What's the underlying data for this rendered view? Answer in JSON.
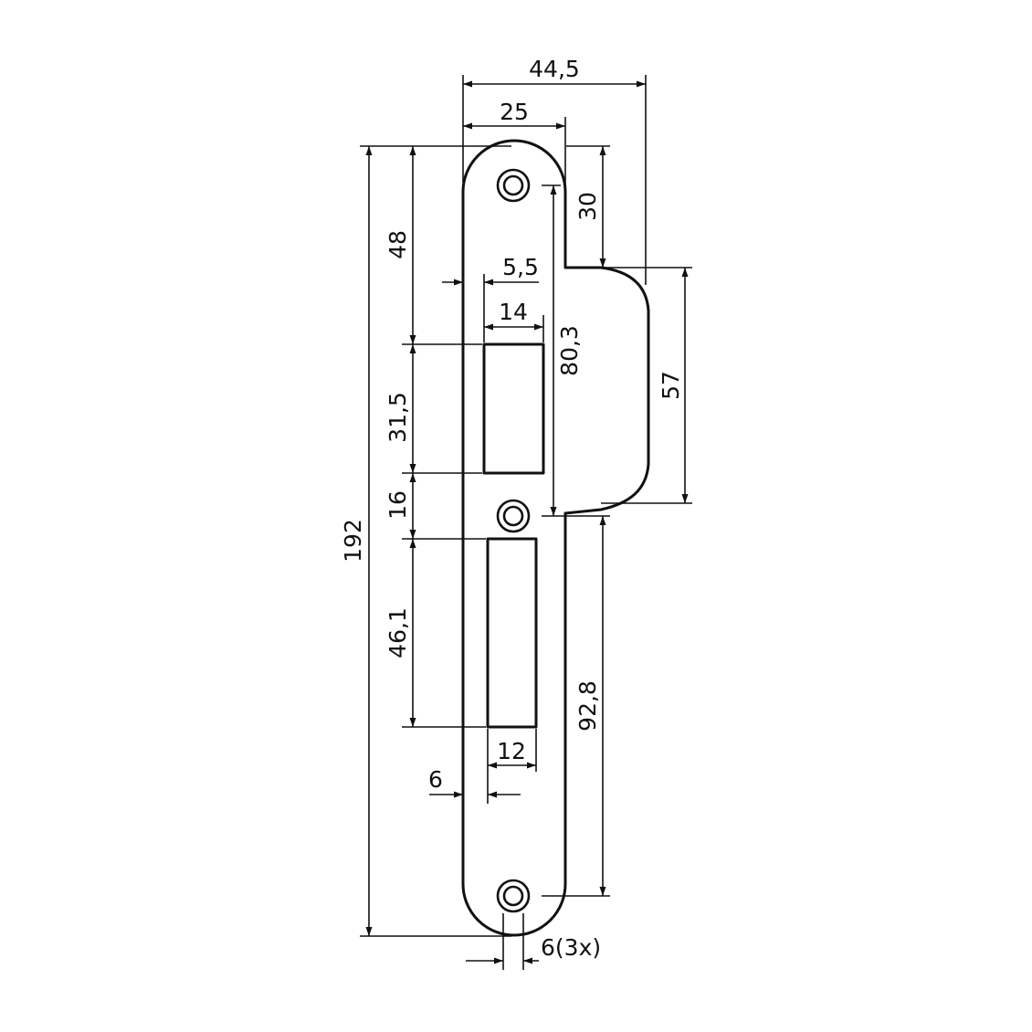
{
  "dimensions": {
    "overall_width": "44,5",
    "plate_width": "25",
    "overall_length": "192",
    "top_to_first_opening": "48",
    "upper_opening_height": "31,5",
    "gap_between_openings": "16",
    "lower_opening_height": "46,1",
    "upper_opening_offset": "5,5",
    "upper_opening_width": "14",
    "lower_opening_width": "12",
    "lower_opening_offset": "6",
    "hole_spacing_upper": "80,3",
    "hole_spacing_lower": "92,8",
    "tab_offset": "30",
    "tab_length": "57",
    "screw_hole_diameter": "6(3x)"
  }
}
